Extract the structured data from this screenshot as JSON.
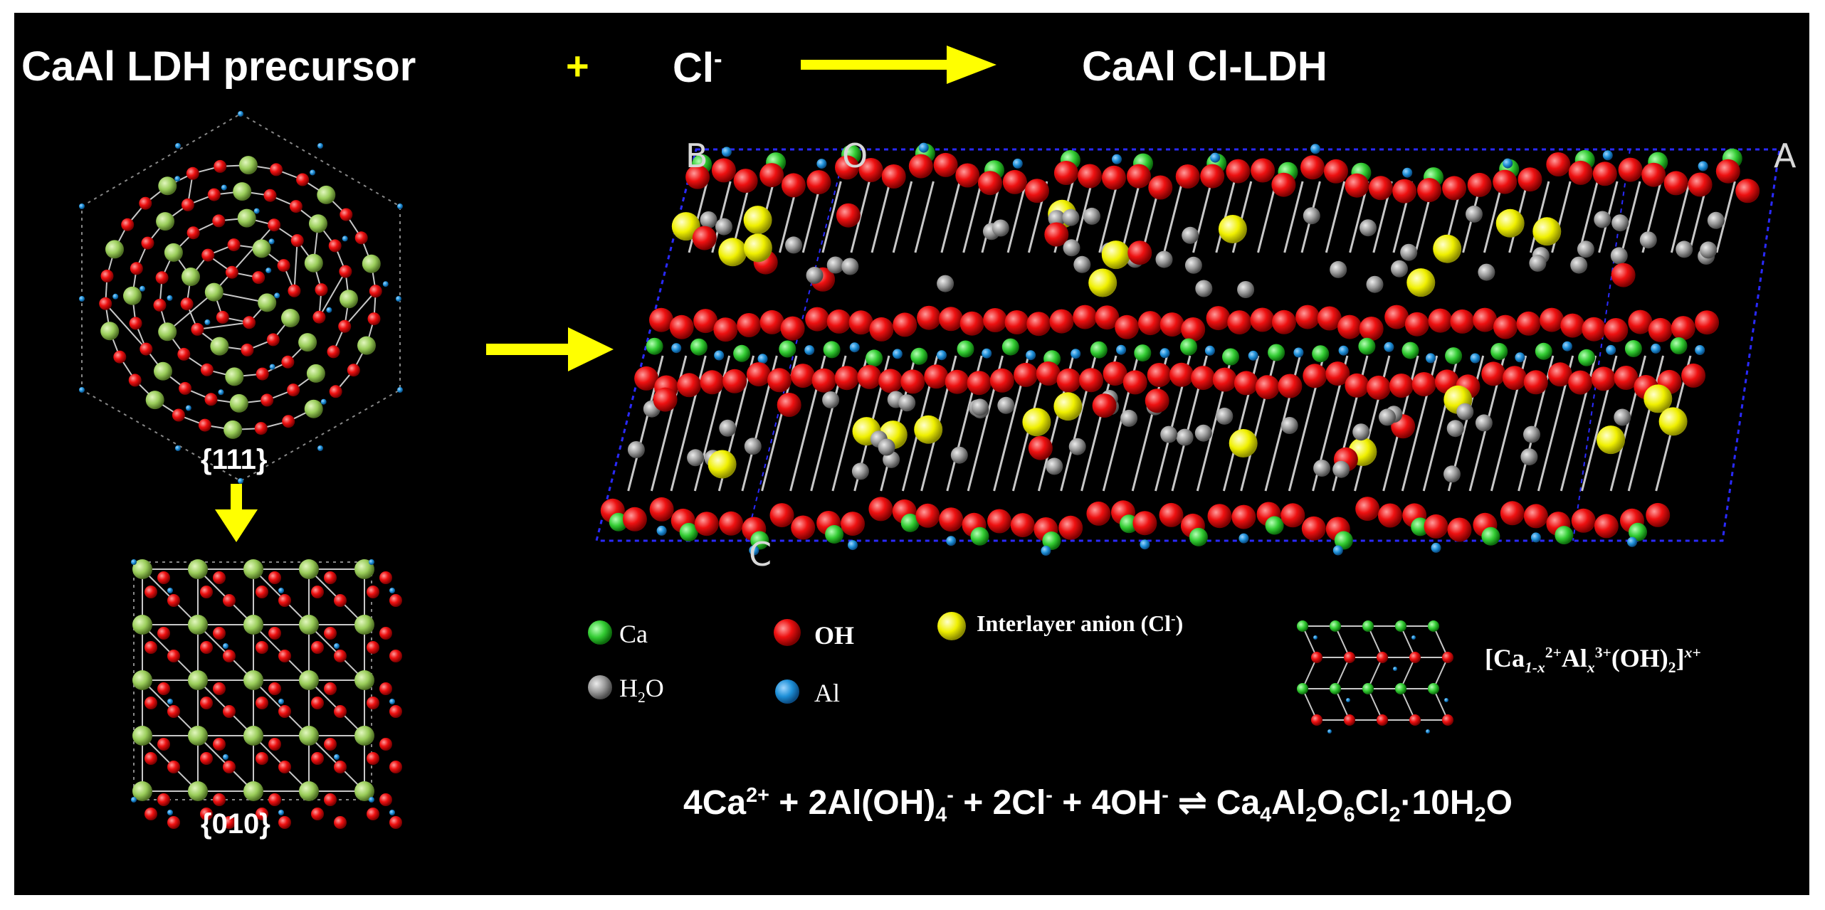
{
  "header": {
    "precursor": "CaAl LDH precursor",
    "plus": "+",
    "anion": "Cl",
    "anion_charge": "-",
    "product": "CaAl Cl-LDH"
  },
  "views": {
    "top": "{111}",
    "bottom": "{010}"
  },
  "axes": {
    "b": "B",
    "o": "O",
    "a": "A",
    "c": "C"
  },
  "legend": {
    "ca": "Ca",
    "oh": "OH",
    "anion_label": "Interlayer anion (Cl",
    "anion_charge": "-",
    "anion_close": ")",
    "h2o_h": "H",
    "h2o_sub": "2",
    "h2o_o": "O",
    "al": "Al"
  },
  "formula": {
    "open": "[Ca",
    "sub1": "1-x",
    "sup1": "2+",
    "al": "Al",
    "sub2": "x",
    "sup2": "3+",
    "oh": "(OH)",
    "sub3": "2",
    "close": "]",
    "sup3": "x+"
  },
  "reaction": {
    "r1": "4Ca",
    "r1_sup": "2+",
    "r2": " + 2Al(OH)",
    "r2_sub": "4",
    "r2_sup": "-",
    "r3": " + 2Cl",
    "r3_sup": "-",
    "r4": " + 4OH",
    "r4_sup": "-",
    "eq": " ⇌ ",
    "p1": "Ca",
    "p1_sub": "4",
    "p2": "Al",
    "p2_sub": "2",
    "p3": "O",
    "p3_sub": "6",
    "p4": "Cl",
    "p4_sub": "2",
    "p5": "·10H",
    "p5_sub": "2",
    "p6": "O"
  },
  "colors": {
    "background": "#000000",
    "arrow": "#ffff00",
    "ca": "#33cc33",
    "ca_precursor": "#9acd5a",
    "oh": "#ee1111",
    "anion": "#f0f000",
    "h2o": "#9a9a9a",
    "al": "#1e90d8",
    "bond": "#c8c8c8"
  }
}
